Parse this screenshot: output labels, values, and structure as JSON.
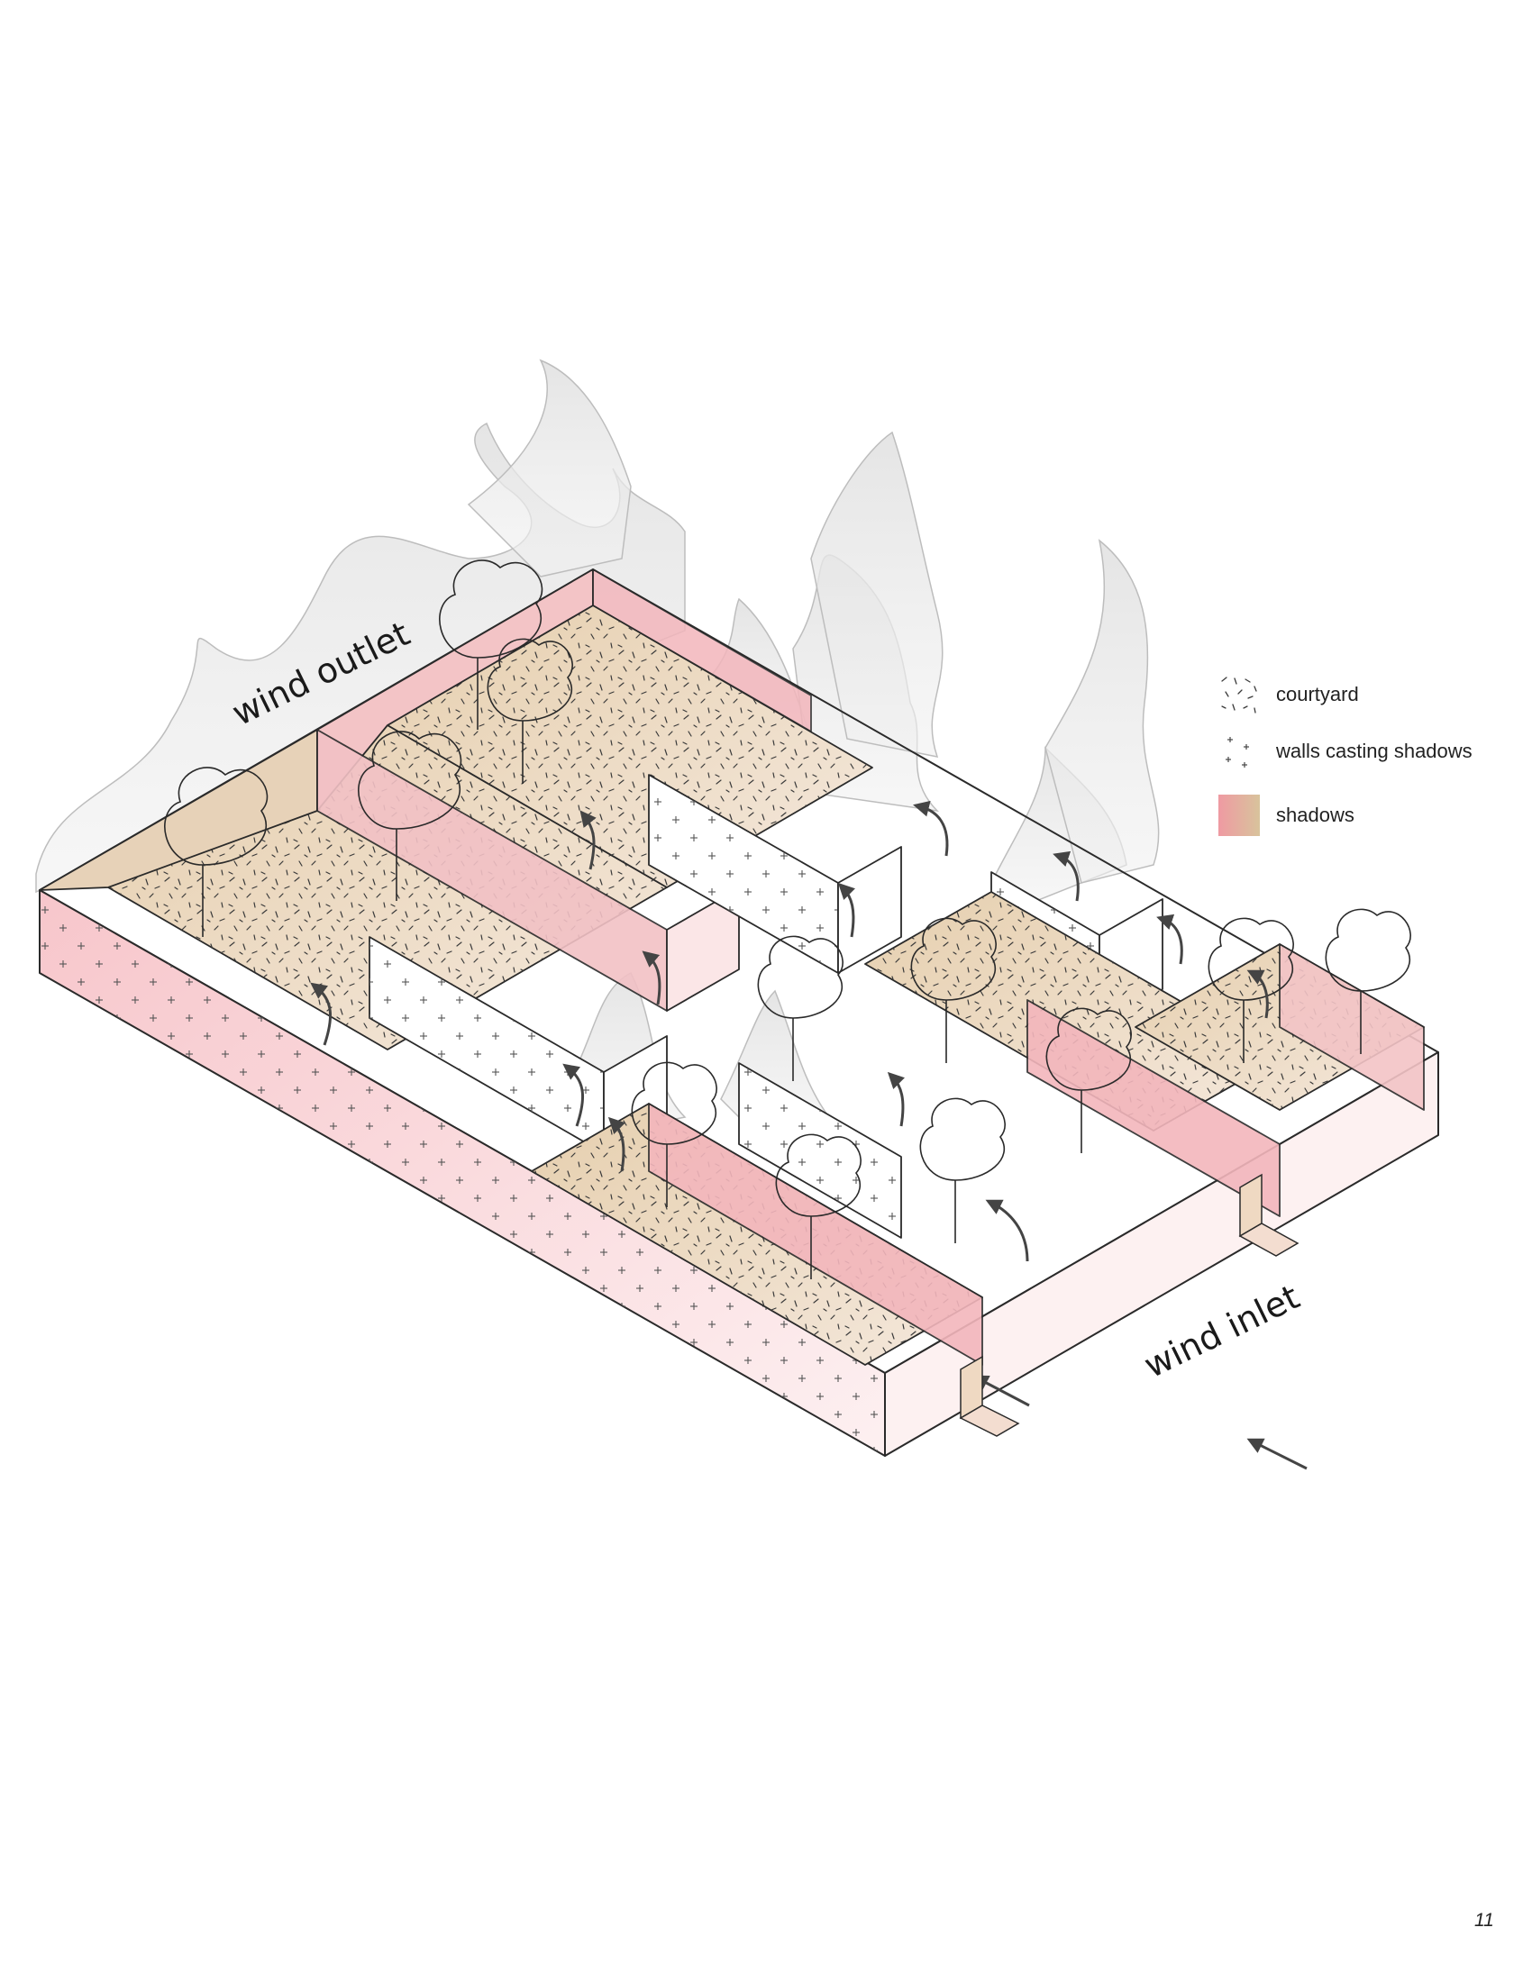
{
  "labels": {
    "wind_outlet": "wind outlet",
    "wind_inlet": "wind inlet"
  },
  "legend": {
    "courtyard": "courtyard",
    "walls": "walls casting shadows",
    "shadows": "shadows"
  },
  "page_number": "11",
  "colors": {
    "shadow_pink": "#ef9aa2",
    "shadow_tan": "#dcc0a0",
    "wall_pink": "#fbe4e6",
    "wind_smoke": "#e8e8e8",
    "line": "#2a2a2a"
  }
}
